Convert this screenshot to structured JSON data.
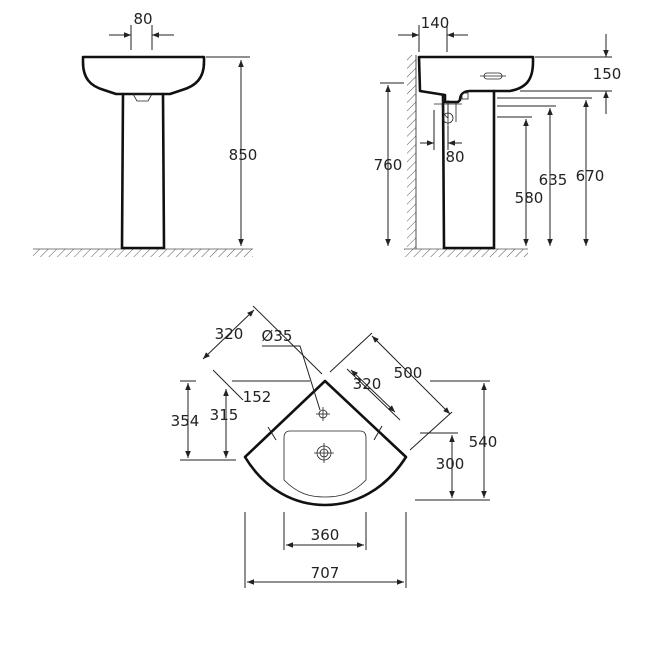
{
  "colors": {
    "line": "#111111",
    "dimension": "#222222",
    "background": "#ffffff"
  },
  "front_view": {
    "tap_hole_spacing": "80",
    "overall_height": "850"
  },
  "side_view": {
    "wall_to_tap": "140",
    "basin_depth": "150",
    "top_height": "760",
    "waste_offset": "80",
    "trap_height_1": "580",
    "trap_height_2": "635",
    "trap_height_3": "670"
  },
  "plan_view": {
    "wall_length_left": "320",
    "tap_hole_diameter": "Ø35",
    "wall_length_right": "320",
    "corner_width": "500",
    "tap_hole_offset": "152",
    "depth_354": "354",
    "depth_315": "315",
    "depth_540": "540",
    "depth_300": "300",
    "bowl_width": "360",
    "overall_width": "707"
  }
}
